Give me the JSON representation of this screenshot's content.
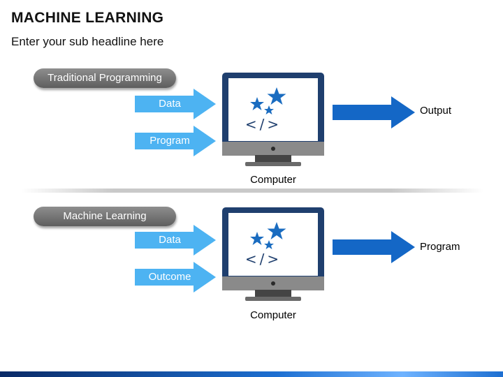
{
  "header": {
    "title": "MACHINE LEARNING",
    "subtitle": "Enter your sub headline here"
  },
  "sections": [
    {
      "pill": "Traditional Programming",
      "inputs": [
        "Data",
        "Program"
      ],
      "computer_label": "Computer",
      "output": "Output",
      "screen_code": "</>"
    },
    {
      "pill": "Machine Learning",
      "inputs": [
        "Data",
        "Outcome"
      ],
      "computer_label": "Computer",
      "output": "Program",
      "screen_code": "</>"
    }
  ],
  "colors": {
    "input_arrow": "#4db3f2",
    "output_arrow": "#1467c6",
    "monitor_frame": "#1f3f6e",
    "star": "#1a6cc0"
  }
}
